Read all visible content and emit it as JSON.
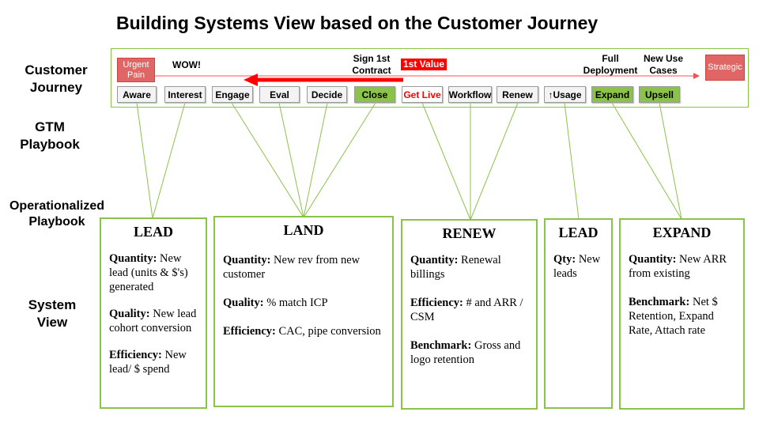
{
  "title": "Building Systems View based on the Customer Journey",
  "row_labels": {
    "customer_journey": "Customer Journey",
    "gtm_playbook": "GTM Playbook",
    "operationalized_playbook": "Operationalized Playbook",
    "system_view": "System View"
  },
  "journey": {
    "start_box": "Urgent Pain",
    "end_box": "Strategic",
    "milestones": {
      "wow": "WOW!",
      "sign": "Sign 1st Contract",
      "first_value": "1st Value",
      "full_deployment": "Full Deployment",
      "new_use_cases": "New Use Cases"
    },
    "stages": [
      "Aware",
      "Interest",
      "Engage",
      "Eval",
      "Decide",
      "Close",
      "Get Live",
      "Workflow",
      "Renew",
      "↑Usage",
      "Expand",
      "Upsell"
    ],
    "colors": {
      "green": "#8bc34a",
      "red": "#ff0000",
      "pain": "#e06666"
    }
  },
  "cards": [
    {
      "title": "LEAD",
      "items": [
        {
          "label": "Quantity:",
          "text": " New lead (units & $'s) generated"
        },
        {
          "label": "Quality:",
          "text": " New lead cohort conversion"
        },
        {
          "label": "Efficiency:",
          "text": " New lead/ $ spend"
        }
      ]
    },
    {
      "title": "LAND",
      "items": [
        {
          "label": "Quantity:",
          "text": " New rev from new customer"
        },
        {
          "label": "Quality:",
          "text": " % match ICP"
        },
        {
          "label": "Efficiency:",
          "text": " CAC, pipe conversion"
        }
      ]
    },
    {
      "title": "RENEW",
      "items": [
        {
          "label": "Quantity:",
          "text": " Renewal billings"
        },
        {
          "label": "Efficiency:",
          "text": " # and ARR / CSM"
        },
        {
          "label": "Benchmark:",
          "text": " Gross and logo retention"
        }
      ]
    },
    {
      "title": "LEAD",
      "items": [
        {
          "label": "Qty:",
          "text": " New leads"
        }
      ]
    },
    {
      "title": "EXPAND",
      "items": [
        {
          "label": "Quantity:",
          "text": " New ARR from existing"
        },
        {
          "label": "Benchmark:",
          "text": " Net $ Retention, Expand Rate, Attach rate"
        }
      ]
    }
  ]
}
